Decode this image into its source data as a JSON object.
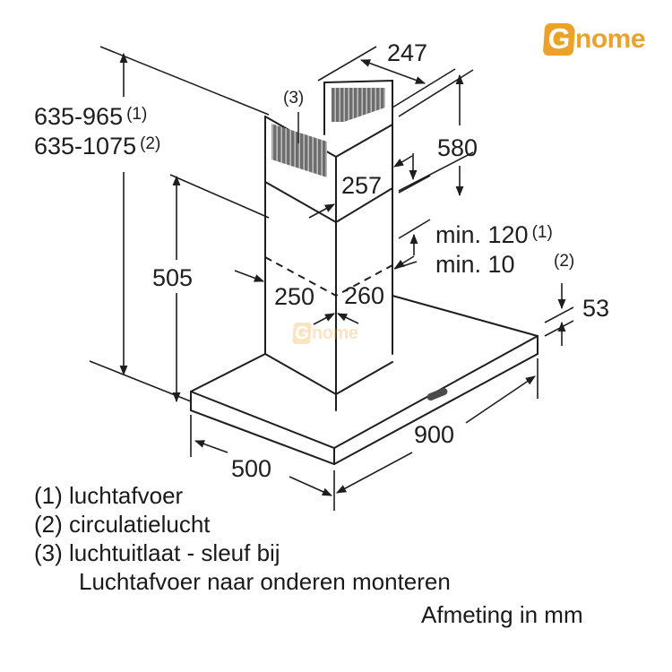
{
  "brand": {
    "logo_initial": "G",
    "logo_rest": "nome",
    "color": "#eca22a"
  },
  "watermark": {
    "initial": "G",
    "rest": "nome"
  },
  "dimensions": {
    "total_height_1": {
      "value": "635-965",
      "note": "(1)"
    },
    "total_height_2": {
      "value": "635-1075",
      "note": "(2)"
    },
    "chimney_depth_top": "247",
    "vent_marker": "(3)",
    "upper_chimney_height": "580",
    "upper_chimney_width": "257",
    "min_overlap_1": {
      "value": "min. 120",
      "note": "(1)"
    },
    "min_overlap_2": {
      "value": "min. 10",
      "note": "(2)"
    },
    "lower_chimney_height": "505",
    "lower_chimney_width": "250",
    "lower_chimney_depth": "260",
    "canopy_thickness": {
      "value": "53",
      "note": "(2)"
    },
    "canopy_depth": "500",
    "canopy_width": "900"
  },
  "legend": [
    {
      "marker": "(1)",
      "text": "luchtafvoer"
    },
    {
      "marker": "(2)",
      "text": "circulatielucht"
    },
    {
      "marker": "(3)",
      "text": "luchtuitlaat - sleuf bij"
    },
    {
      "marker": "",
      "text": "Luchtafvoer naar onderen monteren"
    }
  ],
  "unit_note": "Afmeting in mm"
}
